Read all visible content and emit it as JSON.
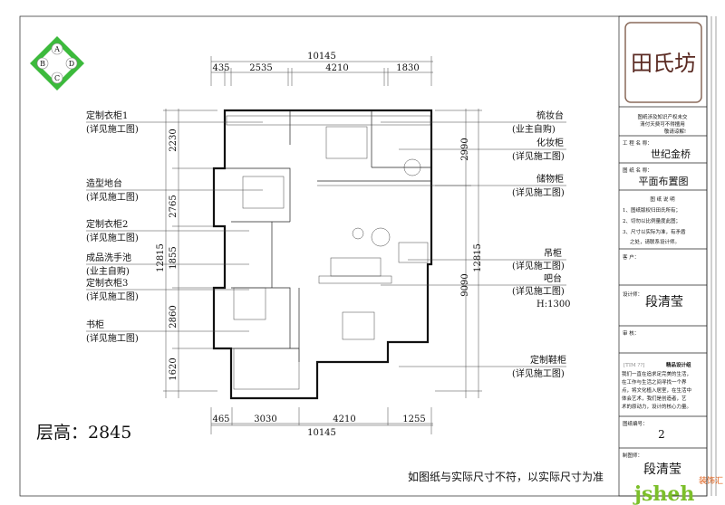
{
  "logo": {
    "a": "A",
    "b": "B",
    "c": "C",
    "d": "D"
  },
  "dimensions": {
    "top_total": "10145",
    "top": [
      "435",
      "2535",
      "4210",
      "1830"
    ],
    "bottom": [
      "465",
      "3030",
      "4210",
      "1255"
    ],
    "bottom_total": "10145",
    "left": [
      "2230",
      "2765",
      "1855",
      "2860",
      "1620"
    ],
    "left_total": "12815",
    "right": [
      "2990",
      "9090"
    ],
    "right_total": "12815"
  },
  "left_labels": [
    {
      "name": "定制衣柜1",
      "note": "(详见施工图)"
    },
    {
      "name": "造型地台",
      "note": "(详见施工图)"
    },
    {
      "name": "定制衣柜2",
      "note": "(详见施工图)"
    },
    {
      "name": "成品洗手池",
      "note": "(业主自购)"
    },
    {
      "name": "定制衣柜3",
      "note": "(详见施工图)"
    },
    {
      "name": "书柜",
      "note": "(详见施工图)"
    }
  ],
  "right_labels": [
    {
      "name": "梳妆台",
      "note": "(业主自购)"
    },
    {
      "name": "化妆柜",
      "note": "(详见施工图)"
    },
    {
      "name": "储物柜",
      "note": "(详见施工图)"
    },
    {
      "name": "吊柜",
      "note": "(详见施工图)"
    },
    {
      "name": "吧台",
      "note": "(详见施工图)",
      "extra": "H:1300"
    },
    {
      "name": "定制鞋柜",
      "note": "(详见施工图)"
    }
  ],
  "floor_height": "层高：2845",
  "footer_note": "如图纸与实际尺寸不符，以实际尺寸为准",
  "title_block": {
    "logo_text": "田氏坊",
    "copyright": [
      "图纸涉及知识产权未交",
      "清付天费可不得擅用",
      "敬请谅解!"
    ],
    "project_label": "工 程 名 称：",
    "project": "世纪金桥",
    "drawing_label": "图 纸 名 称：",
    "drawing": "平面布置图",
    "notes_title": "图 纸 说 明",
    "notes": [
      "1、图纸版权归田氏所有；",
      "2、切勿以比例量度此图；",
      "3、尺寸以实际为准，有矛盾",
      "之处，请联系设计师。"
    ],
    "client_label": "客 户：",
    "designer_label": "设计师：",
    "designer": "段清莹",
    "reviewer_label": "审 核：",
    "studio_tag": "[TIM ??]",
    "studio_name": "精品设计组",
    "motto": [
      "我们一直在追求足完美的生活，",
      "在工作与生活之间寻找一个界",
      "点，将文化植入居室，在生活中",
      "体会艺术，我们是创造者，艺",
      "术的原动力，设计的核心力量。"
    ],
    "sheet_no_label": "图纸编号：",
    "sheet_no": "2",
    "drafter_label": "制图师：",
    "drafter": "段清莹"
  },
  "watermark": {
    "text": "jsheh",
    "sub": "装饰汇"
  }
}
